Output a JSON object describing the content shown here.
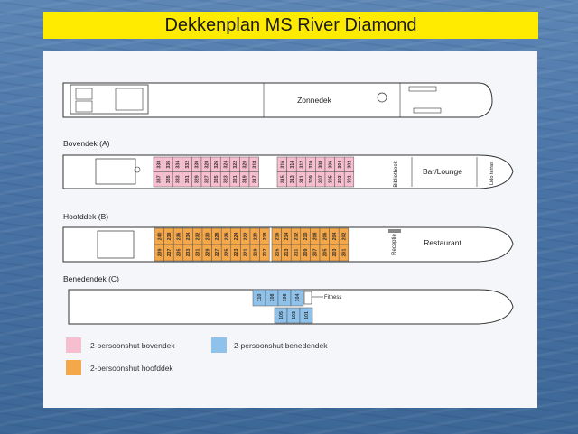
{
  "title": "Dekkenplan MS River Diamond",
  "decks": {
    "sun": {
      "label": "Zonnedek"
    },
    "upper": {
      "heading": "Bovendek (A)",
      "library": "Bibliotheek",
      "bar": "Bar/Lounge",
      "lido": "Lido terras",
      "top_row": [
        "338",
        "336",
        "334",
        "332",
        "330",
        "328",
        "326",
        "324",
        "322",
        "320",
        "318",
        "316",
        "314",
        "312",
        "310",
        "308",
        "306",
        "304",
        "302"
      ],
      "bottom_row": [
        "337",
        "335",
        "333",
        "331",
        "329",
        "327",
        "325",
        "323",
        "321",
        "319",
        "317",
        "315",
        "313",
        "311",
        "309",
        "307",
        "305",
        "303",
        "301"
      ]
    },
    "main": {
      "heading": "Hoofddek (B)",
      "reception": "Receptie",
      "restaurant": "Restaurant",
      "top_row": [
        "240",
        "238",
        "236",
        "234",
        "232",
        "230",
        "228",
        "226",
        "224",
        "222",
        "220",
        "218",
        "216",
        "214",
        "212",
        "210",
        "208",
        "206",
        "204",
        "202"
      ],
      "bottom_row": [
        "239",
        "237",
        "235",
        "233",
        "231",
        "229",
        "227",
        "225",
        "223",
        "221",
        "219",
        "217",
        "215",
        "213",
        "211",
        "209",
        "207",
        "205",
        "203",
        "201"
      ]
    },
    "lower": {
      "heading": "Benedendek (C)",
      "fitness": "Fitness",
      "top_row": [
        "110",
        "108",
        "106",
        "104"
      ],
      "bottom_row": [
        "105",
        "103",
        "101"
      ]
    }
  },
  "legend": [
    {
      "label": "2-persoonshut bovendek",
      "color": "#f7bed0"
    },
    {
      "label": "2-persoonshut benedendek",
      "color": "#8ec2ea"
    },
    {
      "label": "2-persoonshut hoofddek",
      "color": "#f5a84a"
    }
  ],
  "colors": {
    "accent": "#ffeb00",
    "upper": "#f7bed0",
    "main": "#f5a84a",
    "lower": "#8ec2ea"
  }
}
